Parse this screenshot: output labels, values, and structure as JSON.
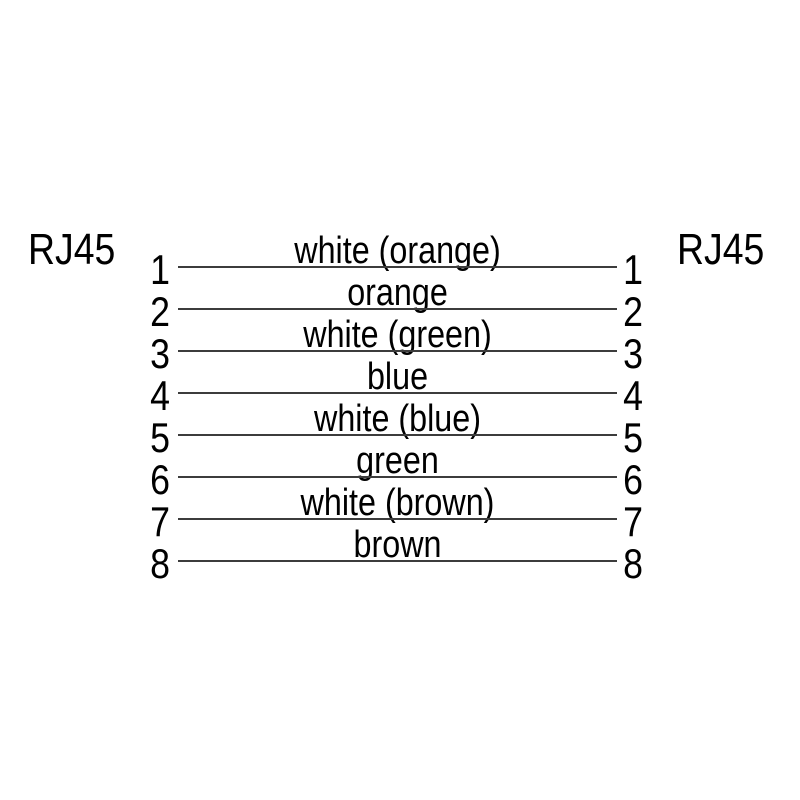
{
  "diagram": {
    "connector_left_label": "RJ45",
    "connector_right_label": "RJ45",
    "wires": [
      {
        "pin_left": "1",
        "label": "white (orange)",
        "pin_right": "1"
      },
      {
        "pin_left": "2",
        "label": "orange",
        "pin_right": "2"
      },
      {
        "pin_left": "3",
        "label": "white (green)",
        "pin_right": "3"
      },
      {
        "pin_left": "4",
        "label": "blue",
        "pin_right": "4"
      },
      {
        "pin_left": "5",
        "label": "white (blue)",
        "pin_right": "5"
      },
      {
        "pin_left": "6",
        "label": "green",
        "pin_right": "6"
      },
      {
        "pin_left": "7",
        "label": "white (brown)",
        "pin_right": "7"
      },
      {
        "pin_left": "8",
        "label": "brown",
        "pin_right": "8"
      }
    ],
    "colors": {
      "background": "#ffffff",
      "text": "#000000",
      "wire_line": "#3c3c3c"
    }
  }
}
